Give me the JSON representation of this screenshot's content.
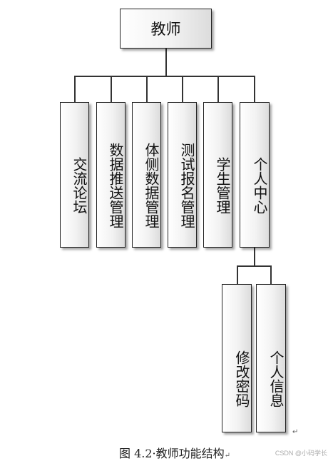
{
  "root": {
    "label": "教师"
  },
  "modules": [
    {
      "label": "交流论坛"
    },
    {
      "label": "数据推送管理"
    },
    {
      "label": "体侧数据管理"
    },
    {
      "label": "测试报名管理"
    },
    {
      "label": "学生管理"
    },
    {
      "label": "个人中心"
    }
  ],
  "submodules": [
    {
      "label": "修改密码"
    },
    {
      "label": "个人信息"
    }
  ],
  "caption": "图 4.2·教师功能结构",
  "caption_mark": "↵",
  "side_mark": "↵",
  "watermark": "CSDN @小码学长"
}
